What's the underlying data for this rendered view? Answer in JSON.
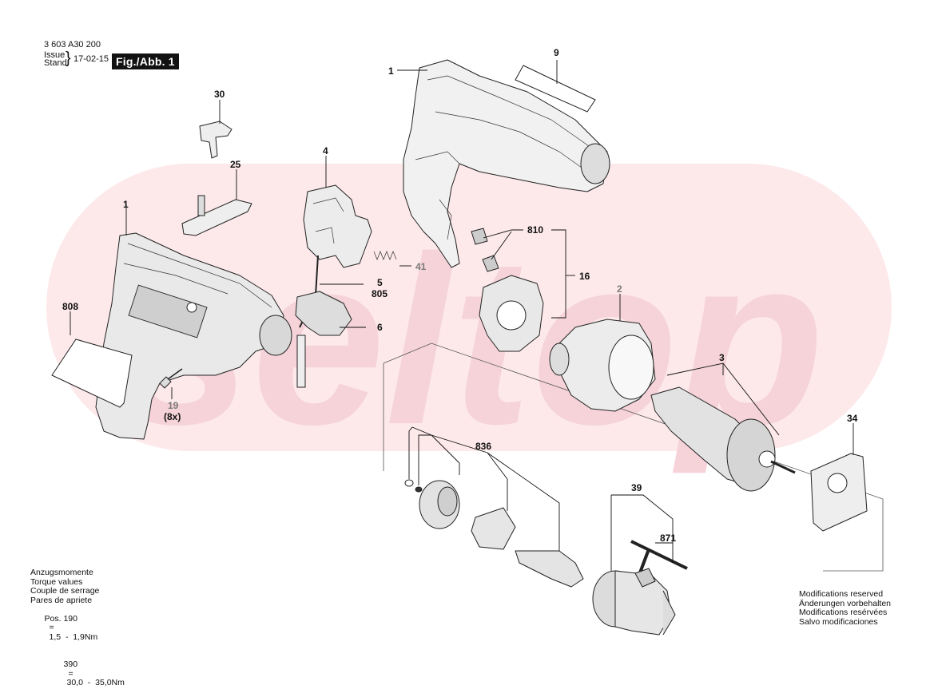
{
  "header": {
    "part_number": "3 603 A30 200",
    "issue_label_1": "Issue",
    "issue_label_2": "Stand",
    "date": "17-02-15",
    "figure": "Fig./Abb. 1"
  },
  "watermark": "seltop",
  "callouts": [
    {
      "id": "c-1a",
      "label": "1"
    },
    {
      "id": "c-9",
      "label": "9"
    },
    {
      "id": "c-30",
      "label": "30"
    },
    {
      "id": "c-4",
      "label": "4"
    },
    {
      "id": "c-25",
      "label": "25"
    },
    {
      "id": "c-1b",
      "label": "1"
    },
    {
      "id": "c-808",
      "label": "808"
    },
    {
      "id": "c-41",
      "label": "41"
    },
    {
      "id": "c-5",
      "label": "5"
    },
    {
      "id": "c-805",
      "label": "805"
    },
    {
      "id": "c-6",
      "label": "6"
    },
    {
      "id": "c-19",
      "label": "19"
    },
    {
      "id": "c-8x",
      "label": "(8x)"
    },
    {
      "id": "c-810",
      "label": "810"
    },
    {
      "id": "c-16",
      "label": "16"
    },
    {
      "id": "c-2",
      "label": "2"
    },
    {
      "id": "c-3",
      "label": "3"
    },
    {
      "id": "c-34",
      "label": "34"
    },
    {
      "id": "c-836",
      "label": "836"
    },
    {
      "id": "c-39",
      "label": "39"
    },
    {
      "id": "c-871",
      "label": "871"
    }
  ],
  "torque": {
    "lines": [
      "Anzugsmomente",
      "Torque values",
      "Couple de serrage",
      "Pares de apriete"
    ],
    "pos190_label": "Pos. 190",
    "pos190_eq": "=",
    "pos190_value": "1,5  -  1,9Nm",
    "pos390_label": "390",
    "pos390_eq": "=",
    "pos390_value": "30,0  -  35,0Nm"
  },
  "modifications": [
    "Modifications reserved",
    "Änderungen vorbehalten",
    "Modifications resérvées",
    "Salvo modificaciones"
  ],
  "colors": {
    "watermark": "#fbe3e6",
    "watermark_text": "#f3c9cf",
    "ink": "#111111",
    "gray_label": "#7a7a7a"
  }
}
